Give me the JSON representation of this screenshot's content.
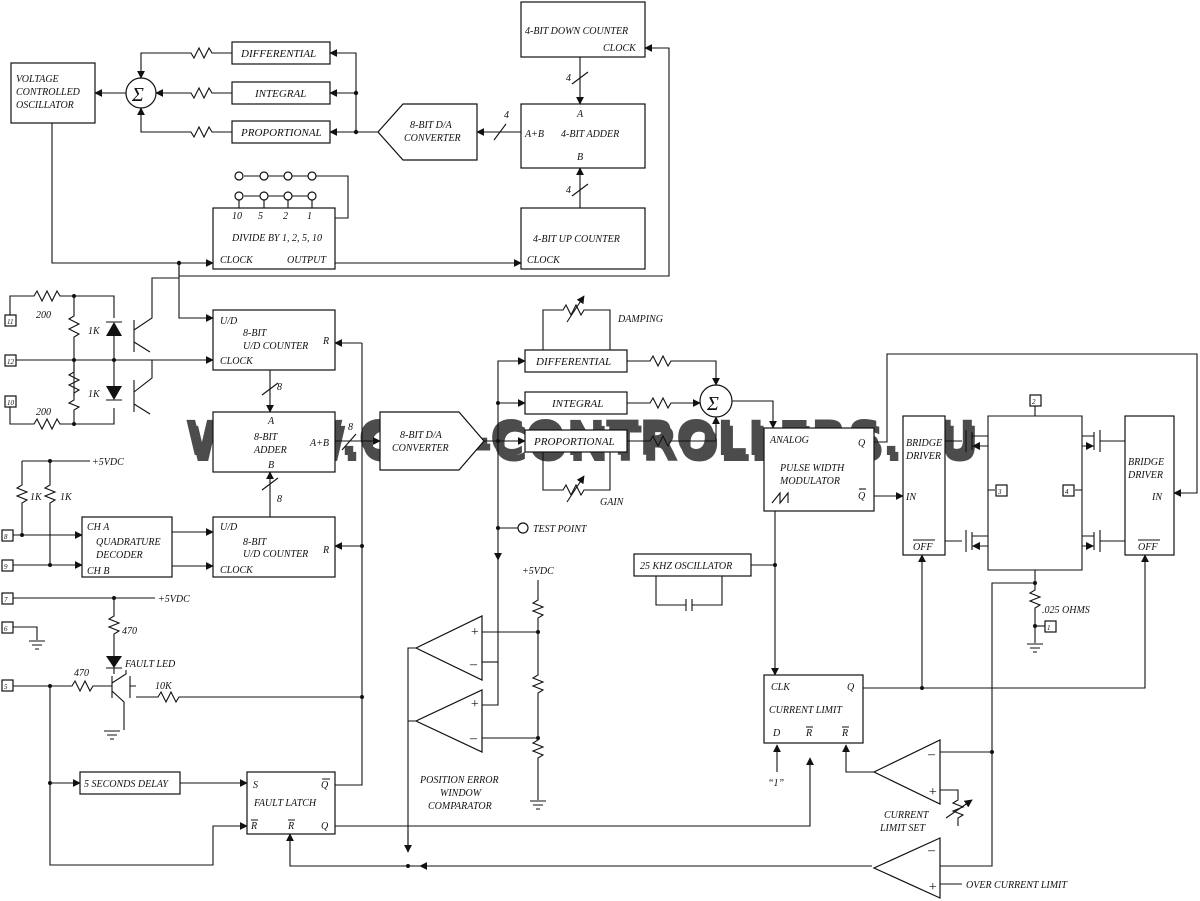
{
  "watermark": {
    "text": "WWW.CNC-CONTROLLERS.RU",
    "color": "#f2cf3a",
    "shadow": "#a9d3f0"
  },
  "blocks": {
    "vco": [
      "VOLTAGE",
      "CONTROLLED",
      "OSCILLATOR"
    ],
    "differential": "DIFFERENTIAL",
    "integral": "INTEGRAL",
    "proportional": "PROPORTIONAL",
    "dac_top": [
      "8-BIT D/A",
      "CONVERTER"
    ],
    "down_counter": {
      "title": "4-BIT DOWN COUNTER",
      "clock": "CLOCK"
    },
    "adder4": {
      "a": "A",
      "title": "4-BIT ADDER",
      "apb": "A+B",
      "b": "B"
    },
    "up_counter": {
      "title": "4-BIT UP COUNTER",
      "clock": "CLOCK"
    },
    "divider": {
      "title": "DIVIDE BY 1, 2, 5, 10",
      "clock": "CLOCK",
      "output": "OUTPUT",
      "taps": [
        "10",
        "5",
        "2",
        "1"
      ]
    },
    "ud_counter1": {
      "ud": "U/D",
      "l1": "8-BIT",
      "l2": "U/D COUNTER",
      "r": "R",
      "clock": "CLOCK"
    },
    "adder8": {
      "a": "A",
      "l1": "8-BIT",
      "l2": "ADDER",
      "b": "B",
      "apb": "A+B"
    },
    "quad": {
      "cha": "CH A",
      "l1": "QUADRATURE",
      "l2": "DECODER",
      "chb": "CH B"
    },
    "ud_counter2": {
      "ud": "U/D",
      "l1": "8-BIT",
      "l2": "U/D COUNTER",
      "r": "R",
      "clock": "CLOCK"
    },
    "dac_mid": [
      "8-BIT D/A",
      "CONVERTER"
    ],
    "damping": "DAMPING",
    "gain": "GAIN",
    "test_point": "TEST POINT",
    "pwm": {
      "analog": "ANALOG",
      "q": "Q",
      "l1": "PULSE WIDTH",
      "l2": "MODULATOR",
      "qbar": "Q"
    },
    "bridge_left": {
      "l1": "BRIDGE",
      "l2": "DRIVER",
      "in": "IN",
      "off": "OFF"
    },
    "bridge_right": {
      "l1": "BRIDGE",
      "l2": "DRIVER",
      "in": "IN",
      "off": "OFF"
    },
    "osc25": "25 KHZ OSCILLATOR",
    "current_limit": {
      "clk": "CLK",
      "q": "Q",
      "title": "CURRENT LIMIT",
      "d": "D",
      "r1": "R",
      "r2": "R"
    },
    "fault_latch": {
      "s": "S",
      "qbar": "Q",
      "title": "FAULT LATCH",
      "r1": "R",
      "r2": "R",
      "q": "Q"
    },
    "delay": "5 SECONDS DELAY"
  },
  "labels": {
    "bus4": "4",
    "bus8": "8",
    "r200": "200",
    "r1k": "1K",
    "r470": "470",
    "r10k": "10K",
    "vdc": "+5VDC",
    "fault_led": "FAULT LED",
    "ohms": ".025 OHMS",
    "one": "“1”",
    "window_comp": [
      "POSITION ERROR",
      "WINDOW",
      "COMPARATOR"
    ],
    "current_limit_set": [
      "CURRENT",
      "LIMIT SET"
    ],
    "over_current": "OVER CURRENT LIMIT",
    "plus": "+",
    "minus": "–",
    "sigma": "Σ"
  },
  "terminals": [
    "11",
    "12",
    "10",
    "8",
    "9",
    "7",
    "6",
    "5",
    "2",
    "3",
    "4",
    "1"
  ]
}
